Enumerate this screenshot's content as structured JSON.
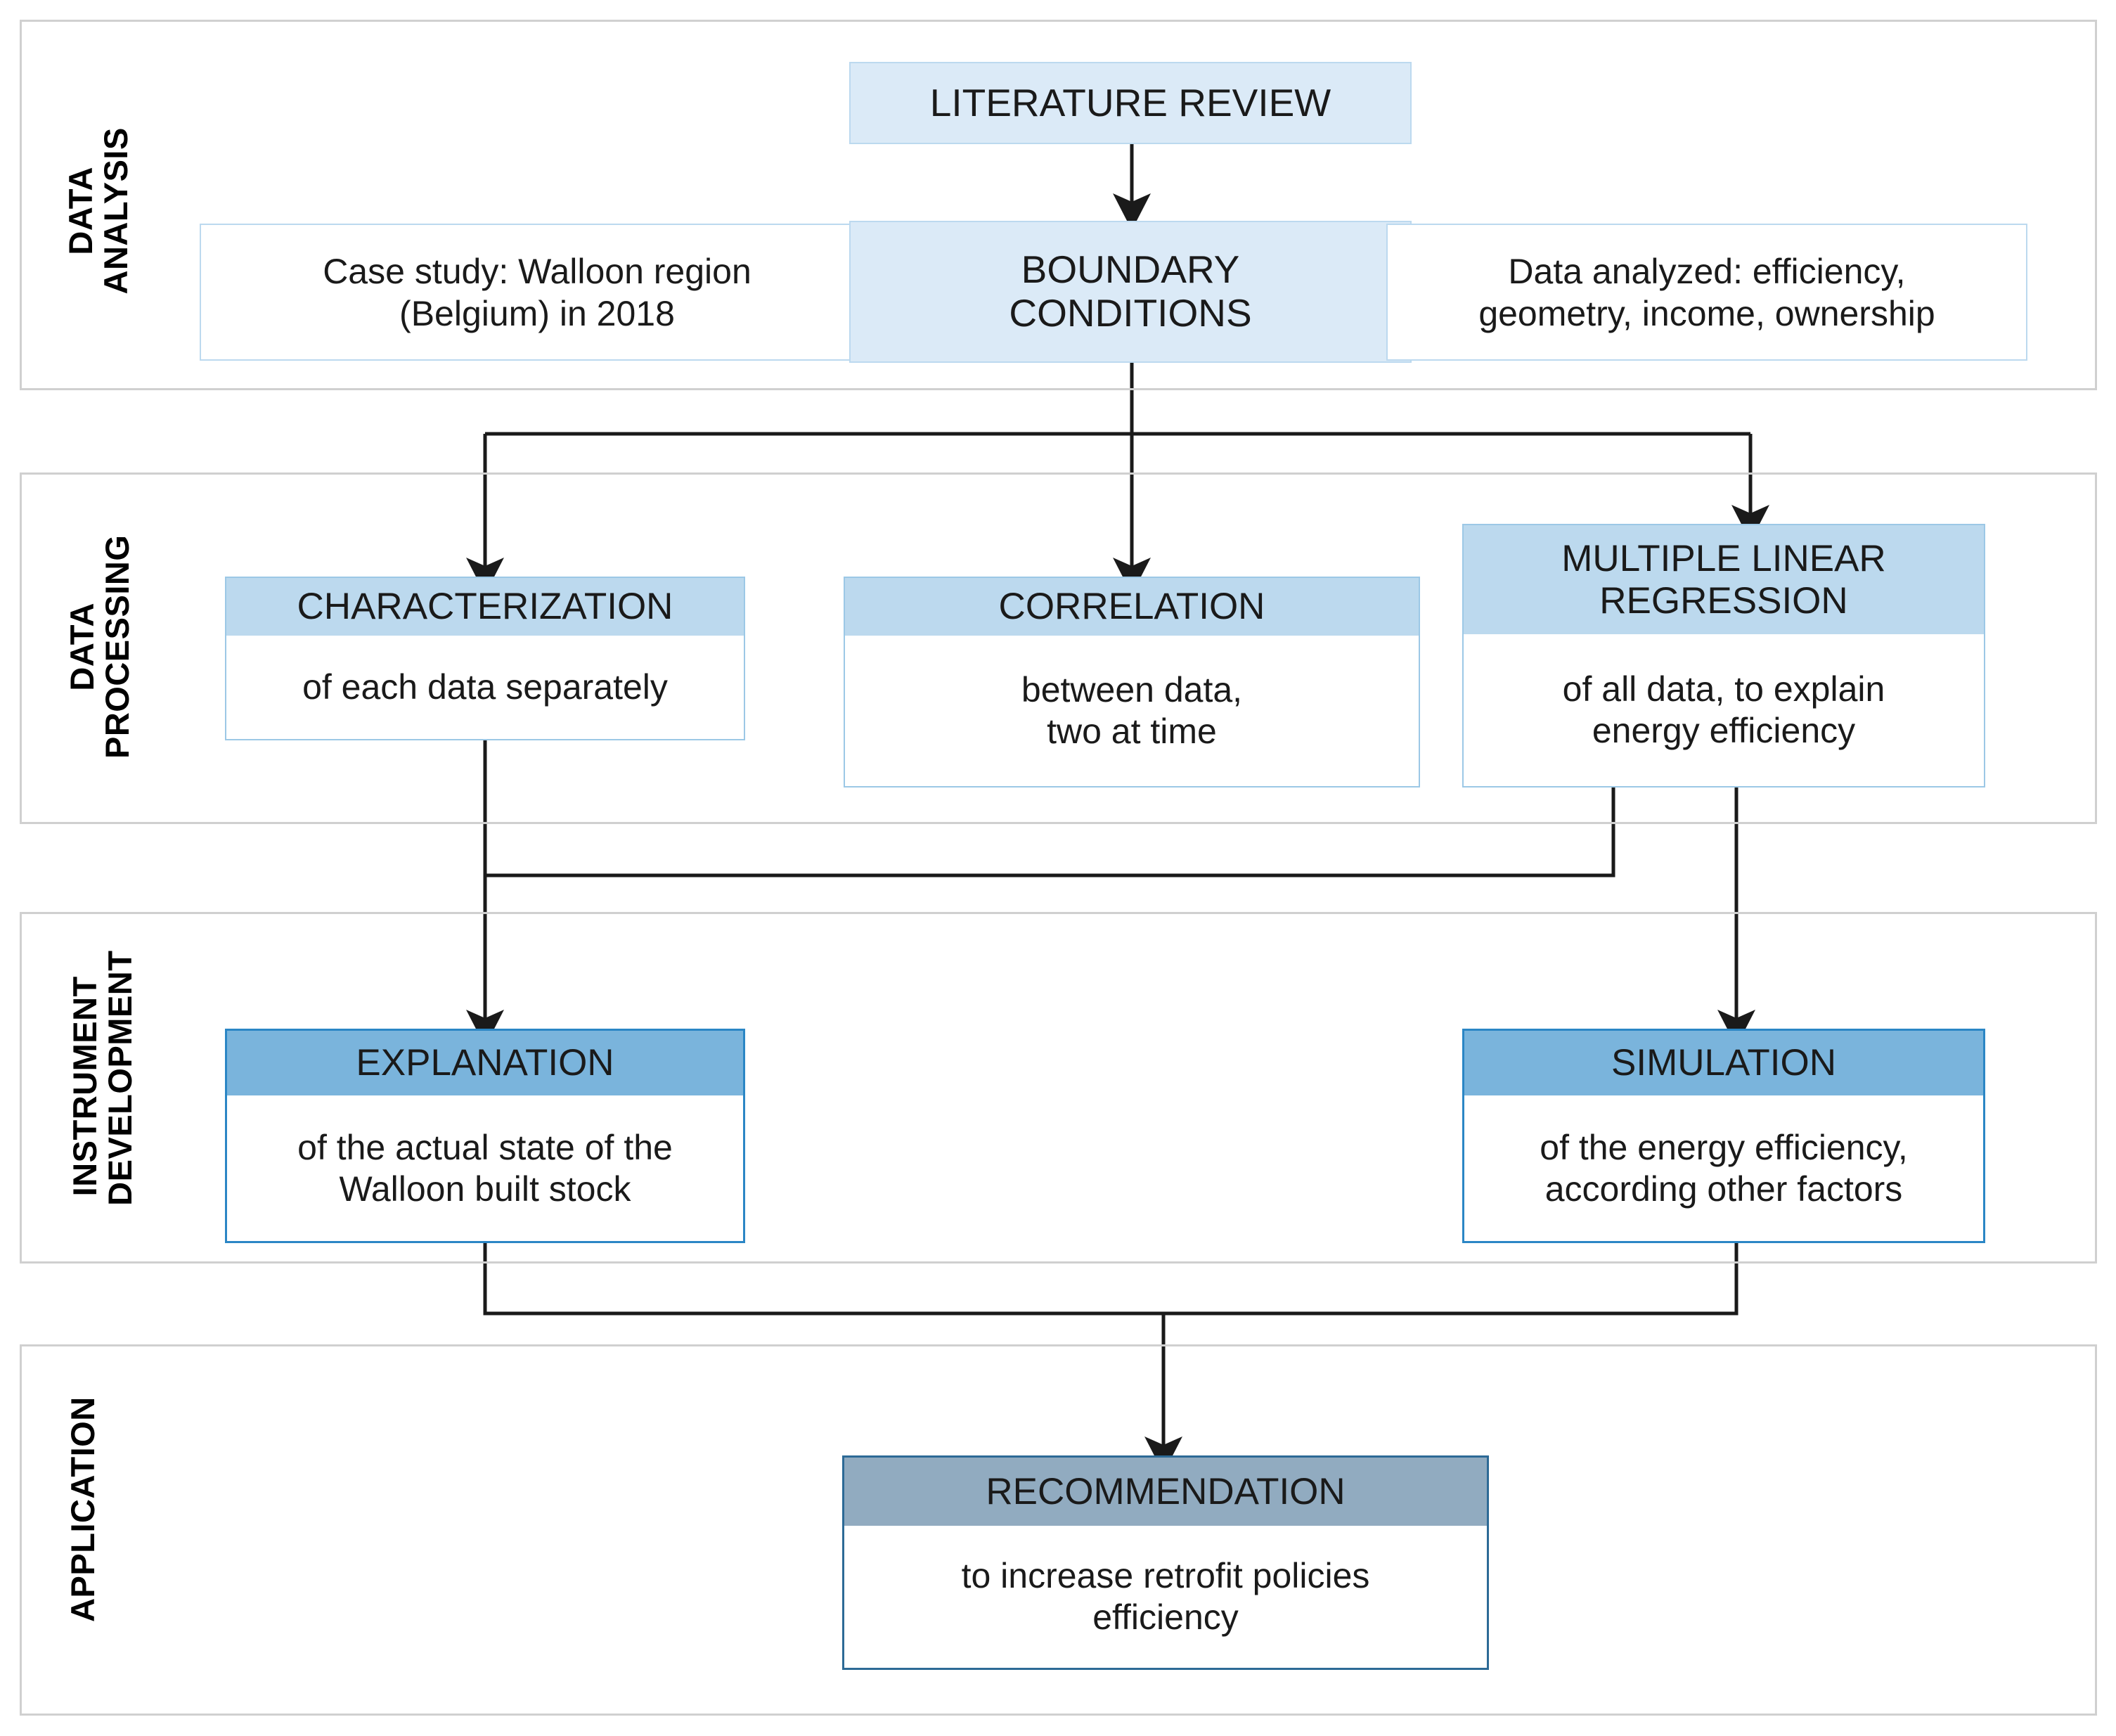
{
  "diagram": {
    "title": "Research methodology flowchart",
    "colors": {
      "section_border": "#d0d0d0",
      "pale_fill": "#dbeaf7",
      "pale_border": "#bcd9ef",
      "light_fill": "#bcd9ee",
      "light_border": "#9cc8e6",
      "mid_fill": "#7ab4dc",
      "mid_border": "#2b86c5",
      "dark_fill": "#91abc0",
      "dark_border": "#2d6a96",
      "arrow": "#1a1a1a",
      "page_background": "#ffffff"
    }
  },
  "sections": [
    {
      "id": "data-analysis",
      "label": "DATA\nANALYSIS"
    },
    {
      "id": "data-processing",
      "label": "DATA\nPROCESSING"
    },
    {
      "id": "instrument-development",
      "label": "INSTRUMENT\nDEVELOPMENT"
    },
    {
      "id": "application",
      "label": "APPLICATION"
    }
  ],
  "nodes": {
    "literature_review": {
      "title": "LITERATURE REVIEW"
    },
    "case_study": {
      "text": "Case study: Walloon region\n(Belgium) in 2018"
    },
    "boundary_conditions": {
      "title": "BOUNDARY\nCONDITIONS"
    },
    "data_analyzed": {
      "text": "Data analyzed: efficiency,\ngeometry, income, ownership"
    },
    "characterization": {
      "title": "CHARACTERIZATION",
      "text": "of each data separately"
    },
    "correlation": {
      "title": "CORRELATION",
      "text": "between data,\ntwo at time"
    },
    "multiple_linear_regression": {
      "title": "MULTIPLE LINEAR\nREGRESSION",
      "text": "of all data, to explain\nenergy efficiency"
    },
    "explanation": {
      "title": "EXPLANATION",
      "text": "of the actual state of the\nWalloon built stock"
    },
    "simulation": {
      "title": "SIMULATION",
      "text": "of the energy efficiency,\naccording other factors"
    },
    "recommendation": {
      "title": "RECOMMENDATION",
      "text": "to increase retrofit policies\nefficiency"
    }
  },
  "edges": [
    {
      "id": "lit-to-boundary",
      "from": "literature_review",
      "to": "boundary_conditions"
    },
    {
      "id": "boundary-to-charact",
      "from": "boundary_conditions",
      "to": "characterization"
    },
    {
      "id": "boundary-to-correl",
      "from": "boundary_conditions",
      "to": "correlation"
    },
    {
      "id": "boundary-to-mlr",
      "from": "boundary_conditions",
      "to": "multiple_linear_regression"
    },
    {
      "id": "charact-to-explanation",
      "from": "characterization",
      "to": "explanation"
    },
    {
      "id": "mlr-to-explanation",
      "from": "multiple_linear_regression",
      "to": "explanation"
    },
    {
      "id": "mlr-to-simulation",
      "from": "multiple_linear_regression",
      "to": "simulation"
    },
    {
      "id": "explanation-to-recomm",
      "from": "explanation",
      "to": "recommendation"
    },
    {
      "id": "simulation-to-recomm",
      "from": "simulation",
      "to": "recommendation"
    }
  ]
}
